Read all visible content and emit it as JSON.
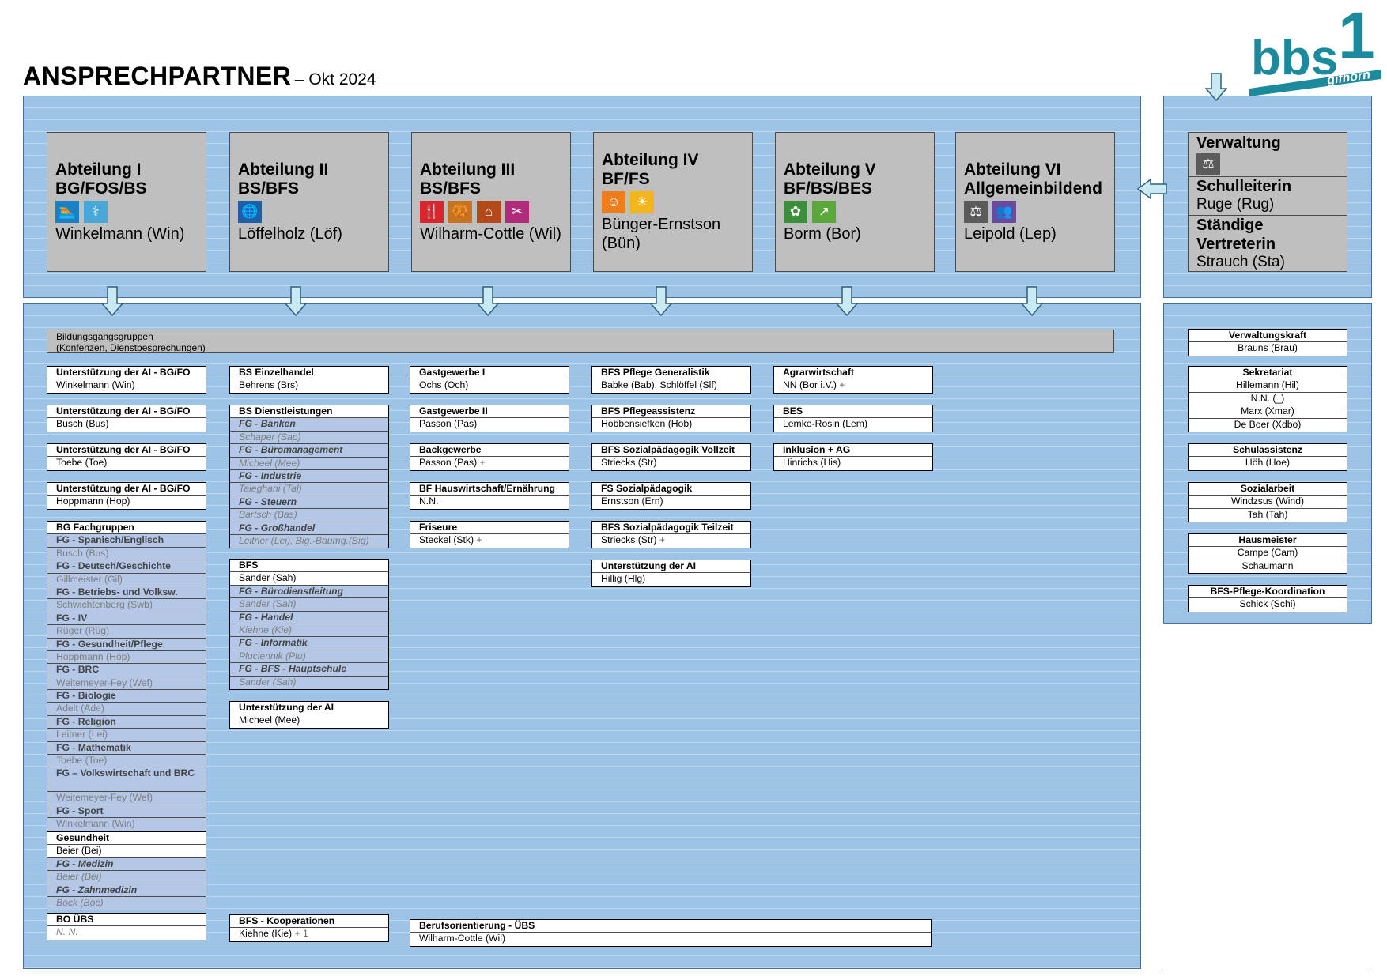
{
  "header": {
    "title": "ANSPRECHPARTNER",
    "subtitle": "– Okt 2024"
  },
  "logo": {
    "text": "bbs",
    "number": "1",
    "city": "gifhorn"
  },
  "departments": [
    {
      "title": "Abteilung I",
      "sub": "BG/FOS/BS",
      "person": "Winkelmann (Win)"
    },
    {
      "title": "Abteilung II",
      "sub": "BS/BFS",
      "person": "Löffelholz (Löf)"
    },
    {
      "title": "Abteilung III",
      "sub": "BS/BFS",
      "person": "Wilharm-Cottle (Wil)"
    },
    {
      "title": "Abteilung IV",
      "sub": "BF/FS",
      "person": "Bünger-Ernstson (Bün)"
    },
    {
      "title": "Abteilung V",
      "sub": "BF/BS/BES",
      "person": "Borm (Bor)"
    },
    {
      "title": "Abteilung VI",
      "sub": "Allgemeinbildend",
      "person": "Leipold (Lep)"
    }
  ],
  "verwaltung": {
    "title": "Verwaltung",
    "schulleiterin_label": "Schulleiterin",
    "schulleiterin": "Ruge (Rug)",
    "vertreterin_label1": "Ständige",
    "vertreterin_label2": "Vertreterin",
    "vertreterin": "Strauch (Sta)"
  },
  "bildungsgangsgruppen": {
    "line1": "Bildungsgangsgruppen",
    "line2": "(Konfenzen, Dienstbesprechungen)"
  },
  "col1": {
    "ai1": {
      "head": "Unterstützung der AI - BG/FO",
      "person": "Winkelmann (Win)"
    },
    "ai2": {
      "head": "Unterstützung der AI - BG/FO",
      "person": "Busch (Bus)"
    },
    "ai3": {
      "head": "Unterstützung der AI - BG/FO",
      "person": "Toebe (Toe)"
    },
    "ai4": {
      "head": "Unterstützung der AI - BG/FO",
      "person": "Hoppmann (Hop)"
    },
    "bg_head": "BG Fachgruppen",
    "bg_rows": [
      "FG - Spanisch/Englisch",
      "Busch (Bus)",
      "FG - Deutsch/Geschichte",
      "Gillmeister (Gil)",
      "FG - Betriebs- und Volksw.",
      "Schwichtenberg (Swb)",
      "FG - IV",
      "Rüger (Rüg)",
      "FG - Gesundheit/Pflege",
      "Hoppmann (Hop)",
      "FG - BRC",
      "Weitemeyer-Fey (Wef)",
      "FG - Biologie",
      "Adelt (Ade)",
      "FG - Religion",
      "Leitner (Lei)",
      "FG - Mathematik",
      "Toebe (Toe)",
      "FG – Volkswirtschaft und BRC",
      "Weitemeyer-Fey (Wef)",
      "FG - Sport",
      "Winkelmann (Win)"
    ],
    "ges_head": "Gesundheit",
    "ges_person": "Beier (Bei)",
    "ges_rows": [
      "FG - Medizin",
      "Beier (Bei)",
      "FG - Zahnmedizin",
      "Bock (Boc)"
    ],
    "bo": {
      "head": "BO ÜBS",
      "person": "N. N."
    }
  },
  "col2": {
    "einzel": {
      "head": "BS Einzelhandel",
      "person": "Behrens  (Brs)"
    },
    "dienst_head": "BS Dienstleistungen",
    "dienst_rows": [
      "FG - Banken",
      "Schaper (Sap)",
      "FG - Büromanagement",
      "Micheel (Mee)",
      "FG - Industrie",
      "Taleghani (Tal)",
      "FG - Steuern",
      "Bartsch (Bas)",
      "FG - Großhandel",
      "Leitner (Lei), Big.-Baumg.(Big)"
    ],
    "bfs_head": "BFS",
    "bfs_person": "Sander (Sah)",
    "bfs_rows": [
      "FG - Bürodienstleitung",
      "Sander (Sah)",
      "FG - Handel",
      "Kiehne (Kie)",
      "FG - Informatik",
      "Pluciennik (Plu)",
      "FG - BFS - Hauptschule",
      "Sander (Sah)"
    ],
    "ai": {
      "head": "Unterstützung der AI",
      "person": "Micheel (Mee)"
    },
    "koop": {
      "head": "BFS - Kooperationen",
      "person": "Kiehne (Kie)",
      "extra": "+ 1"
    }
  },
  "col3": [
    {
      "head": "Gastgewerbe I",
      "person": "Ochs (Och)",
      "extra": ""
    },
    {
      "head": "Gastgewerbe II",
      "person": "Passon (Pas)",
      "extra": ""
    },
    {
      "head": "Backgewerbe",
      "person": "Passon (Pas)",
      "extra": "+"
    },
    {
      "head": "BF Hauswirtschaft/Ernährung",
      "person": "N.N.",
      "extra": ""
    },
    {
      "head": "Friseure",
      "person": "Steckel (Stk)",
      "extra": "+"
    }
  ],
  "col4": [
    {
      "head": "BFS Pflege Generalistik",
      "person": "Babke (Bab), Schlöffel (Slf)",
      "extra": ""
    },
    {
      "head": "BFS Pflegeassistenz",
      "person": "Hobbensiefken (Hob)",
      "extra": ""
    },
    {
      "head": "BFS Sozialpädagogik Vollzeit",
      "person": "Striecks (Str)",
      "extra": ""
    },
    {
      "head": "FS Sozialpädagogik",
      "person": "Ernstson (Ern)",
      "extra": ""
    },
    {
      "head": "BFS Sozialpädagogik Teilzeit",
      "person": "Striecks (Str)",
      "extra": "+"
    },
    {
      "head": "Unterstützung der AI",
      "person": "Hillig (Hlg)",
      "extra": ""
    }
  ],
  "col5": [
    {
      "head": "Agrarwirtschaft",
      "person": "NN (Bor i.V.)",
      "extra": "+"
    },
    {
      "head": "BES",
      "person": "Lemke-Rosin (Lem)",
      "extra": ""
    },
    {
      "head": "Inklusion + AG",
      "person": "Hinrichs (His)",
      "extra": ""
    }
  ],
  "berufsorientierung": {
    "head": "Berufsorientierung - ÜBS",
    "person": "Wilharm-Cottle (Wil)"
  },
  "admin": {
    "verwaltungskraft": {
      "head": "Verwaltungskraft",
      "person": "Brauns (Brau)"
    },
    "sekretariat": {
      "head": "Sekretariat",
      "persons": [
        "Hillemann (Hil)",
        "N.N. (_)",
        "Marx (Xmar)",
        "De Boer (Xdbo)"
      ]
    },
    "schulassistenz": {
      "head": "Schulassistenz",
      "person": "Höh (Hoe)"
    },
    "sozialarbeit": {
      "head": "Sozialarbeit",
      "persons": [
        "Windzsus (Wind)",
        "Tah (Tah)"
      ]
    },
    "hausmeister": {
      "head": "Hausmeister",
      "persons": [
        "Campe (Cam)",
        "Schaumann"
      ]
    },
    "pflege": {
      "head": "BFS-Pflege-Koordination",
      "person": "Schick (Schi)"
    }
  },
  "colors": {
    "panel": "#9dc3e6",
    "dept_box": "#bfbfbf",
    "fg_row": "#b4c7e7",
    "brand": "#1b8a9c"
  },
  "icons": {
    "abt1": [
      "swimmer-icon",
      "caduceus-icon"
    ],
    "abt2": [
      "globe-icon"
    ],
    "abt3": [
      "cutlery-icon",
      "pretzel-icon",
      "house-icon",
      "scissors-icon"
    ],
    "abt4": [
      "care-icon",
      "sun-cloud-icon"
    ],
    "abt5": [
      "farming-icon",
      "growth-icon"
    ],
    "abt6": [
      "scales-icon",
      "people-icon"
    ],
    "verwaltung": [
      "scales-icon"
    ]
  }
}
